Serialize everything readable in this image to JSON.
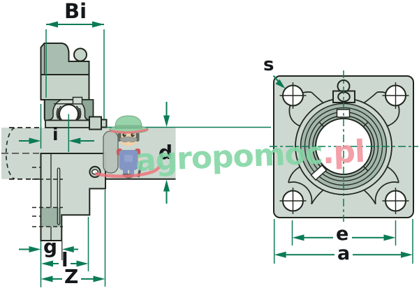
{
  "drawing": {
    "description": "Technical dimension drawing of a 4-bolt square flanged bearing unit: side cross-section with shaft (left) and front flange view (right)",
    "labels": {
      "bi": "Bi",
      "i": "i",
      "d": "d",
      "g": "g",
      "l": "l",
      "z": "Z",
      "s": "s",
      "e": "e",
      "a": "a"
    }
  },
  "watermark": {
    "brand_green": "agropomoc",
    "brand_pink": ".pl"
  },
  "colors": {
    "dimension_green": "#0b7b57",
    "outline": "#20261f",
    "metal_light": "#cdd8d0",
    "metal_mid": "#c6d3c9",
    "metal_dark": "#a9bdb0",
    "bearing_wedge": "#8fa698",
    "ring_band": "#a3b7ab",
    "watermark_green": "#85d6a6",
    "watermark_pink": "#f3969f",
    "swoosh_red": "#ef7078"
  }
}
